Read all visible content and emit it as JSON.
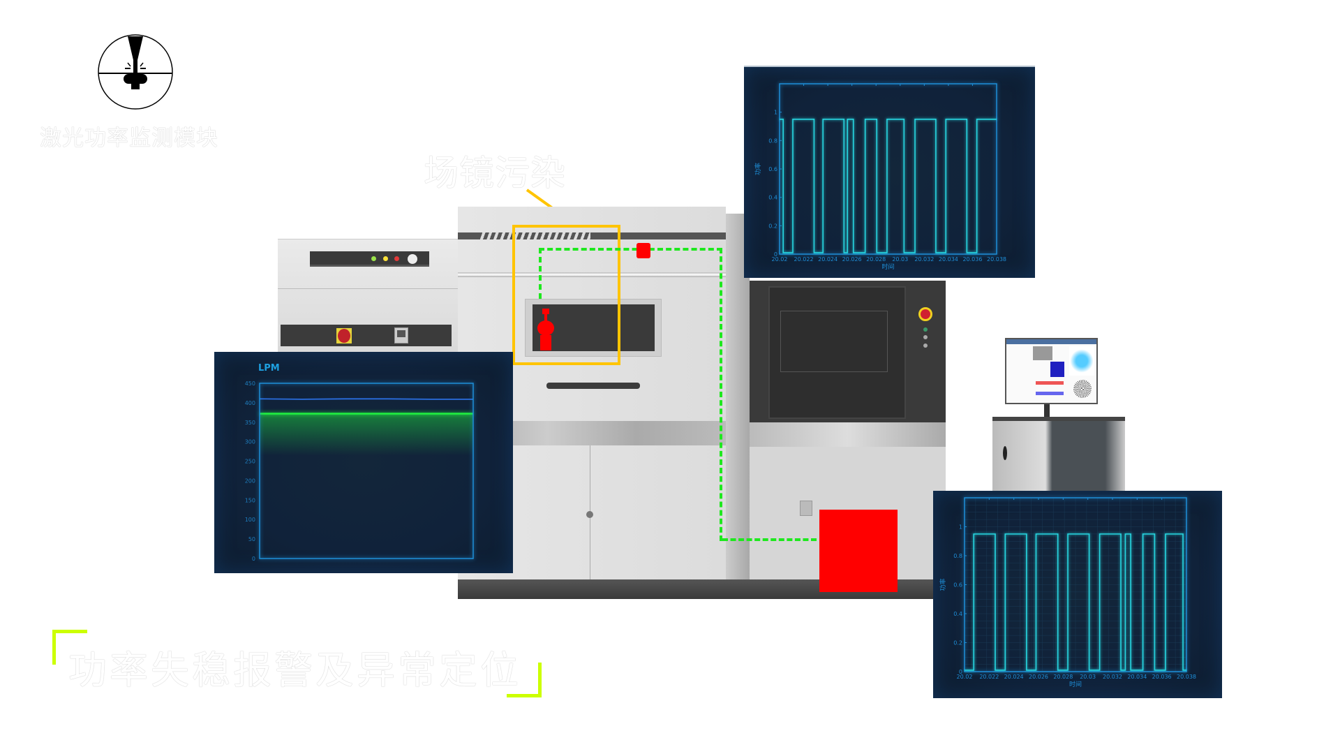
{
  "logo": {
    "caption": "激光功率监测模块"
  },
  "callout": {
    "label": "场镜污染"
  },
  "footer": {
    "title": "功率失稳报警及异常定位"
  },
  "colors": {
    "alert_red": "#ff0000",
    "highlight_yellow": "#ffc400",
    "path_green": "#1ee81e",
    "bracket_lime": "#ccff00",
    "trace_cyan": "#27d6e0",
    "axis_blue": "#1e8fd8",
    "flow_green": "#20f040",
    "flow_blue": "#2a6ee0"
  },
  "machine": {
    "status_leds": [
      "green",
      "yellow",
      "red",
      "white"
    ],
    "icons": [
      "emergency-stop-icon",
      "control-panel-icon",
      "touchscreen-monitor-icon"
    ]
  },
  "chart_data": [
    {
      "type": "line",
      "title": "LPM",
      "ylim": [
        0,
        450
      ],
      "y_ticks": [
        "0",
        "50",
        "100",
        "150",
        "200",
        "250",
        "300",
        "350",
        "400",
        "450"
      ],
      "series": [
        {
          "color": "#2a6ee0",
          "values": [
            410,
            409,
            410,
            410,
            409,
            409
          ]
        },
        {
          "color": "#20f040",
          "values": [
            372,
            372,
            372,
            372,
            372,
            372
          ]
        }
      ],
      "grid": false
    },
    {
      "type": "line",
      "xlabel": "时间",
      "ylabel": "功率",
      "xlim": [
        20.02,
        20.038
      ],
      "ylim": [
        0,
        1.2
      ],
      "x_ticks": [
        20.02,
        20.022,
        20.024,
        20.026,
        20.028,
        20.03,
        20.032,
        20.034,
        20.036,
        20.038
      ],
      "x_tick_labels": [
        "20.02",
        "20.022",
        "20.024",
        "20.026",
        "20.028",
        "20.03",
        "20.032",
        "20.034",
        "20.036",
        "20.038"
      ],
      "y_ticks": [
        0,
        0.2,
        0.4,
        0.6,
        0.8,
        1
      ],
      "y_tick_labels": [
        "0",
        "0.2",
        "0.4",
        "0.6",
        "0.8",
        "1"
      ],
      "high_level": 0.95,
      "low_level": 0.01,
      "high_intervals": [
        [
          20.02,
          20.0203
        ],
        [
          20.0211,
          20.02286
        ],
        [
          20.0236,
          20.02534
        ],
        [
          20.02563,
          20.02612
        ],
        [
          20.0271,
          20.02806
        ],
        [
          20.02891,
          20.03032
        ],
        [
          20.03123,
          20.03296
        ],
        [
          20.03379,
          20.03553
        ],
        [
          20.03636,
          20.038
        ]
      ],
      "grid": false
    },
    {
      "type": "line",
      "xlabel": "时间",
      "ylabel": "功率",
      "xlim": [
        20.02,
        20.038
      ],
      "ylim": [
        0,
        1.2
      ],
      "x_ticks": [
        20.02,
        20.022,
        20.024,
        20.026,
        20.028,
        20.03,
        20.032,
        20.034,
        20.036,
        20.038
      ],
      "x_tick_labels": [
        "20.02",
        "20.022",
        "20.024",
        "20.026",
        "20.028",
        "20.03",
        "20.032",
        "20.034",
        "20.036",
        "20.038"
      ],
      "y_ticks": [
        0,
        0.2,
        0.4,
        0.6,
        0.8,
        1
      ],
      "y_tick_labels": [
        "0",
        "0.2",
        "0.4",
        "0.6",
        "0.8",
        "1"
      ],
      "high_level": 0.95,
      "low_level": 0.01,
      "high_intervals": [
        [
          20.02075,
          20.02249
        ],
        [
          20.0233,
          20.02503
        ],
        [
          20.0258,
          20.02757
        ],
        [
          20.02838,
          20.03011
        ],
        [
          20.03096,
          20.03268
        ],
        [
          20.03304,
          20.03348
        ],
        [
          20.03447,
          20.03542
        ],
        [
          20.0363,
          20.03772
        ]
      ],
      "grid": true
    }
  ]
}
